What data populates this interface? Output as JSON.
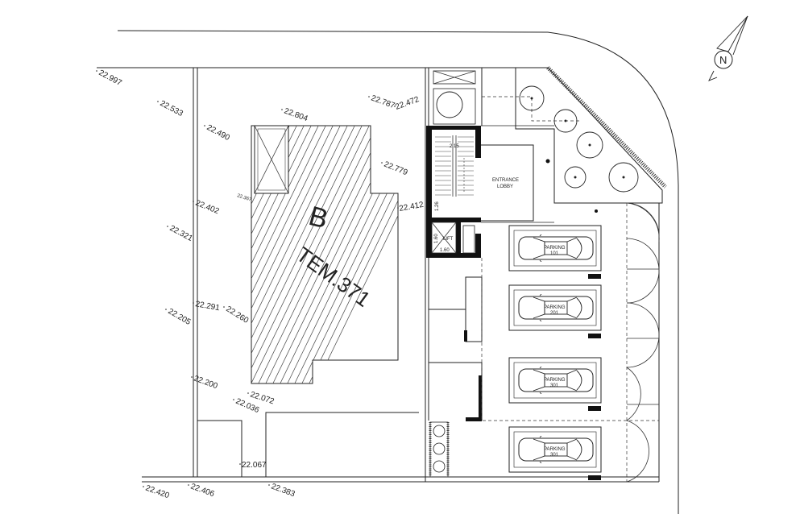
{
  "building": {
    "letter": "B",
    "name": "TEM.371"
  },
  "rooms": {
    "entrance_line1": "ENTRANCE",
    "entrance_line2": "LOBBY",
    "lift": "LIFT"
  },
  "dimensions": {
    "stair_width": "2.15",
    "lift_height": "1.60",
    "lift_width": "1.60",
    "stair_gap": "1.26"
  },
  "compass": {
    "label": "N"
  },
  "parking": [
    {
      "label": "PARKING",
      "number": "101"
    },
    {
      "label": "PARKING",
      "number": "201"
    },
    {
      "label": "PARKING",
      "number": "301"
    },
    {
      "label": "PARKING",
      "number": "301"
    }
  ],
  "levels": [
    "22.997",
    "22.533",
    "22.490",
    "22.804",
    "22.787",
    "22.472",
    "22.779",
    "22.412",
    "22.402",
    "22.321",
    "22.291",
    "22.260",
    "22.205",
    "22.200",
    "22.072",
    "22.036",
    "22.067",
    "22.420",
    "22.406",
    "22.383"
  ],
  "small_level": "22.367"
}
